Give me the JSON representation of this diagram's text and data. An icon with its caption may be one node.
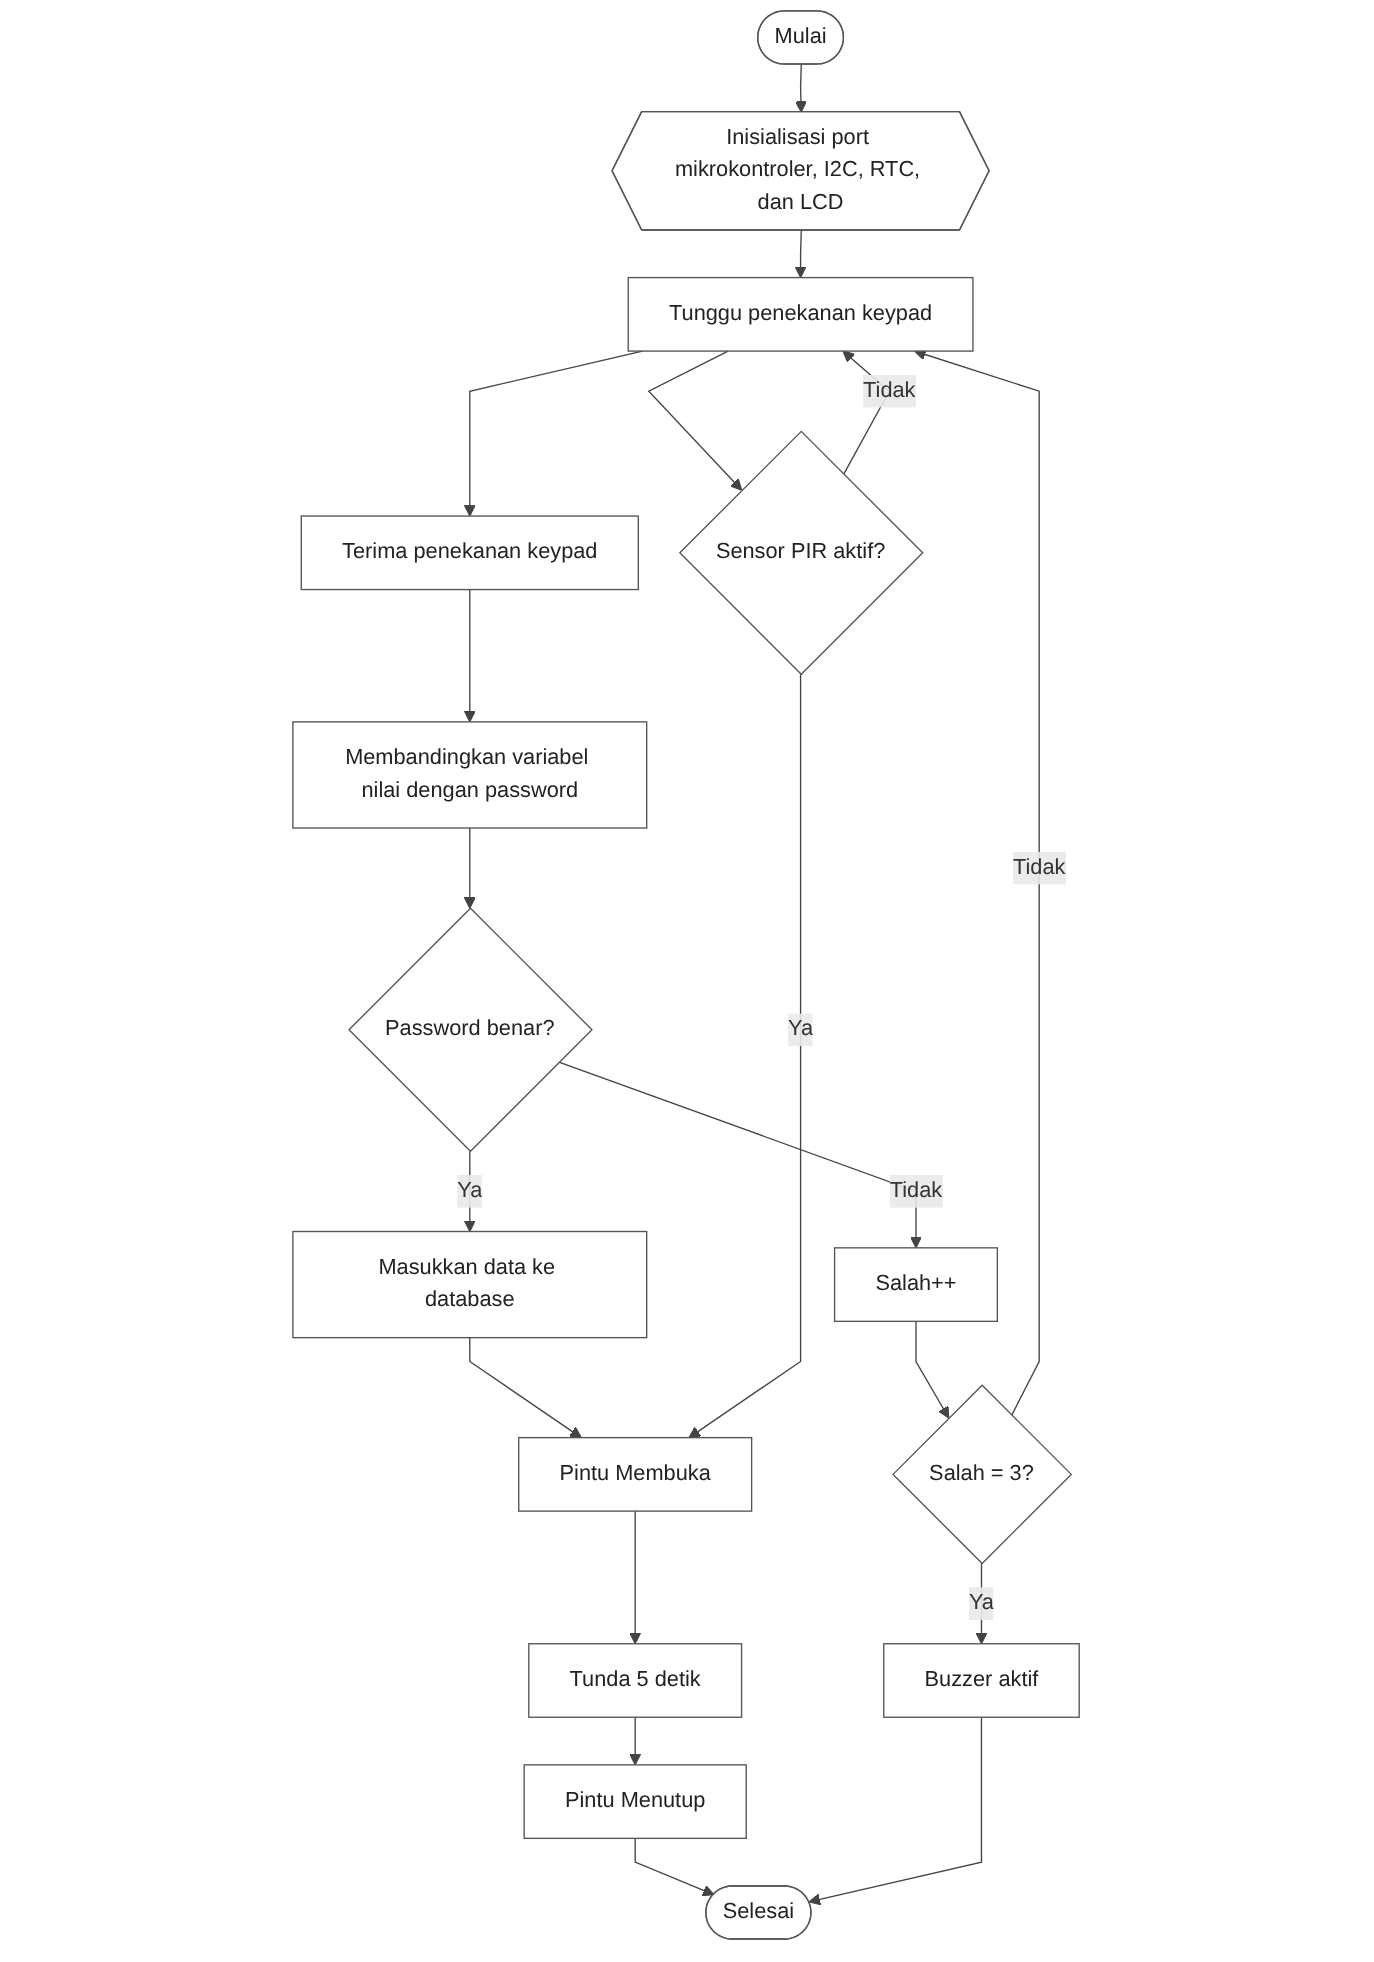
{
  "diagram": {
    "nodes": [
      {
        "text": [
          "Mulai"
        ]
      },
      {
        "text": [
          "Inisialisasi port mikrokontroler, I2C, RTC, dan LCD"
        ]
      },
      {
        "text": [
          "Tunggu penekanan keypad"
        ]
      },
      {
        "text": [
          "Terima penekanan keypad"
        ]
      },
      {
        "text": [
          "Membandingkan variabel nilai dengan password"
        ]
      },
      {
        "text": [
          "Password benar?"
        ]
      },
      {
        "text": [
          "Masukkan data ke database"
        ]
      },
      {
        "text": [
          "Pintu Membuka"
        ]
      },
      {
        "text": [
          "Tunda 5 detik"
        ]
      },
      {
        "text": [
          "Pintu Menutup"
        ]
      },
      {
        "text": [
          "Selesai"
        ]
      },
      {
        "text": [
          "Sensor PIR aktif?"
        ]
      },
      {
        "text": [
          "Salah++"
        ]
      },
      {
        "text": [
          "Salah = 3?"
        ]
      },
      {
        "text": [
          "Buzzer aktif"
        ]
      }
    ],
    "edges": [
      {
        "from": 0,
        "to": 1,
        "arrow": "to"
      },
      {
        "from": 1,
        "to": 2,
        "arrow": "to"
      },
      {
        "from": 2,
        "to": 3,
        "arrow": "to"
      },
      {
        "from": 2,
        "to": 11,
        "arrow": "to"
      },
      {
        "from": 3,
        "to": 4,
        "arrow": "to"
      },
      {
        "from": 4,
        "to": 5,
        "arrow": "to"
      },
      {
        "from": 5,
        "to": 6,
        "label": "Ya",
        "arrow": "to"
      },
      {
        "from": 5,
        "to": 12,
        "label": "Tidak",
        "arrow": "to"
      },
      {
        "from": 6,
        "to": 7,
        "arrow": "to"
      },
      {
        "from": 7,
        "to": 8,
        "arrow": "to"
      },
      {
        "from": 8,
        "to": 9,
        "arrow": "to"
      },
      {
        "from": 9,
        "to": 10,
        "arrow": "to"
      },
      {
        "from": 11,
        "to": 7,
        "label": "Ya",
        "arrow": "to"
      },
      {
        "from": 11,
        "to": 2,
        "label": "Tidak",
        "arrow": "to"
      },
      {
        "from": 12,
        "to": 13,
        "arrow": "to"
      },
      {
        "from": 13,
        "to": 14,
        "label": "Ya",
        "arrow": "to"
      },
      {
        "from": 13,
        "to": 2,
        "label": "Tidak",
        "arrow": "to"
      },
      {
        "from": 14,
        "to": 10,
        "arrow": "to"
      }
    ]
  }
}
